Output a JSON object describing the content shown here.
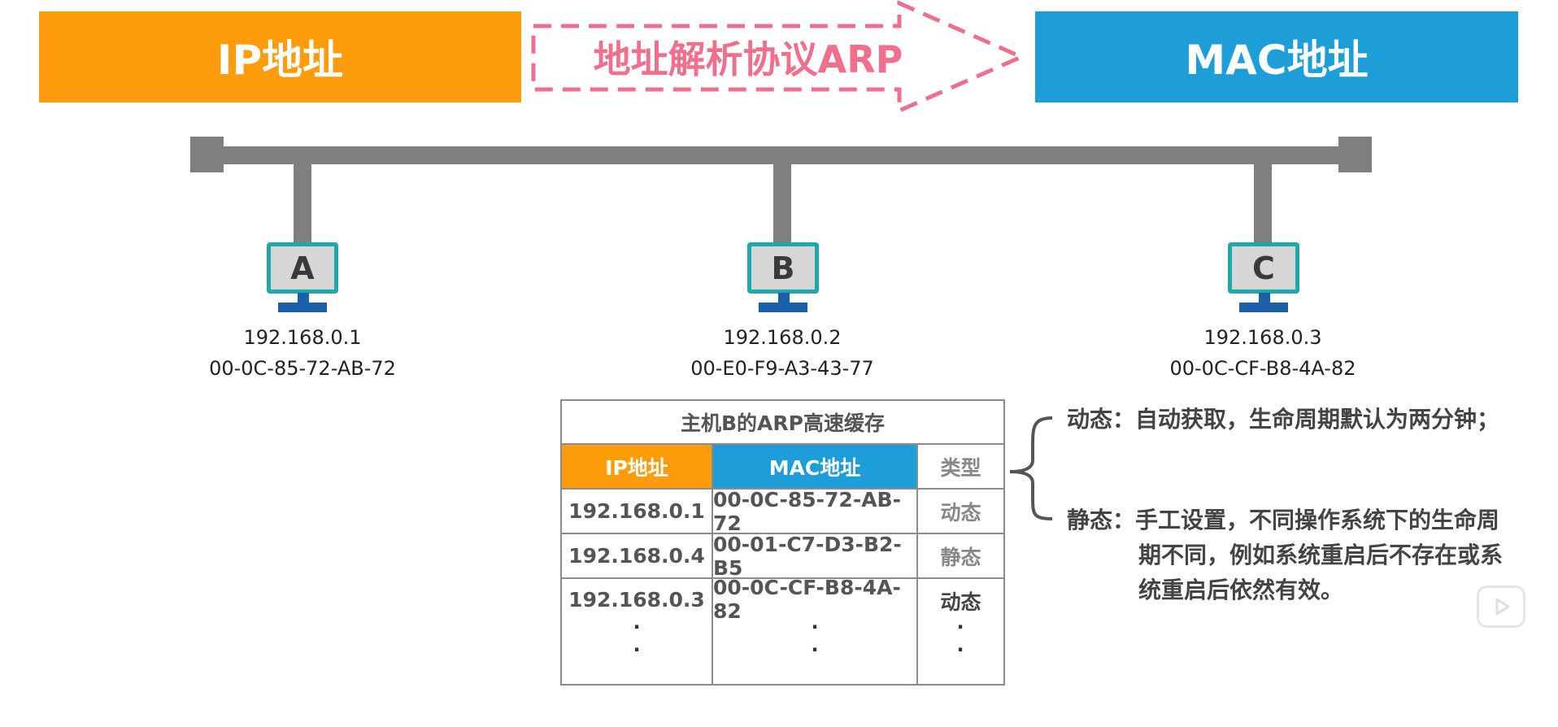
{
  "colors": {
    "ip": "#ff9c0c",
    "mac": "#1e9ed8",
    "arp_dash": "#ef6f8c",
    "bus": "#7f7f7f",
    "monitor_frame": "#1ea8a8",
    "monitor_stand": "#1a5fa8"
  },
  "banner": {
    "ip_label": "IP地址",
    "arp_label": "地址解析协议ARP",
    "mac_label": "MAC地址"
  },
  "hosts": [
    {
      "letter": "A",
      "ip": "192.168.0.1",
      "mac": "00-0C-85-72-AB-72"
    },
    {
      "letter": "B",
      "ip": "192.168.0.2",
      "mac": "00-E0-F9-A3-43-77"
    },
    {
      "letter": "C",
      "ip": "192.168.0.3",
      "mac": "00-0C-CF-B8-4A-82"
    }
  ],
  "arp_table": {
    "title": "主机B的ARP高速缓存",
    "headers": [
      "IP地址",
      "MAC地址",
      "类型"
    ],
    "rows": [
      [
        "192.168.0.1",
        "00-0C-85-72-AB-72",
        "动态"
      ],
      [
        "192.168.0.4",
        "00-01-C7-D3-B2-B5",
        "静态"
      ],
      [
        "192.168.0.3",
        "00-0C-CF-B8-4A-82",
        "动态"
      ]
    ]
  },
  "notes": {
    "dynamic_key": "动态：",
    "dynamic_text": "自动获取，生命周期默认为两分钟；",
    "static_key": "静态：",
    "static_line1": "手工设置，不同操作系统下的生命周",
    "static_line2": "期不同，例如系统重启后不存在或系",
    "static_line3": "统重启后依然有效。"
  }
}
